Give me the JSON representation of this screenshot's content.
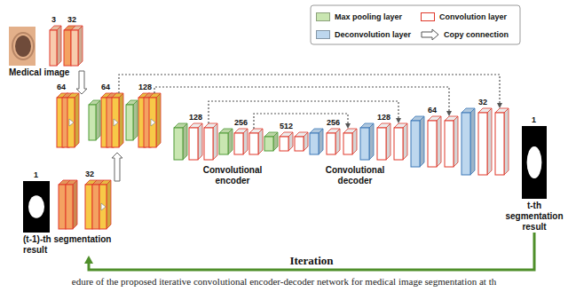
{
  "diagram": {
    "caption": "edure of the proposed iterative convolutional encoder-decoder network for medical image segmentation at th",
    "nodes": [
      {
        "text": [
          "Medical image"
        ]
      },
      {
        "text": [
          "(t-1)-th segmentation result"
        ]
      },
      {
        "text": [
          "t-th segmentation result"
        ]
      }
    ],
    "edges": [
      {
        "from": 2,
        "to": 1,
        "label": "Iteration",
        "arrow": "to"
      }
    ],
    "labels": [
      "3",
      "32",
      "64",
      "64",
      "128",
      "128",
      "256",
      "512",
      "256",
      "128",
      "64",
      "32",
      "1",
      "1",
      "32",
      "Convolutional encoder",
      "Convolutional decoder"
    ],
    "legend": [
      {
        "text": "Max pooling layer",
        "color": "#c9e6b1"
      },
      {
        "text": "Convolution layer",
        "color": "#e0392b"
      },
      {
        "text": "Deconvolution layer",
        "color": "#bdd7ee"
      },
      {
        "text": "Copy connection"
      }
    ]
  }
}
